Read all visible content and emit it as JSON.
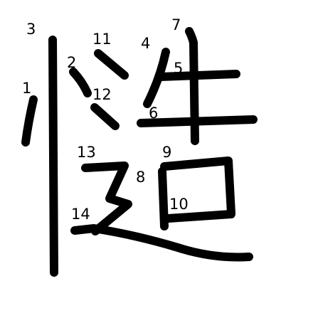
{
  "diagram": {
    "character": "慥",
    "stroke_color": "#000000",
    "background": "#ffffff",
    "stroke_numbers": [
      "1",
      "2",
      "3",
      "4",
      "5",
      "6",
      "7",
      "8",
      "9",
      "10",
      "11",
      "12",
      "13",
      "14"
    ]
  }
}
